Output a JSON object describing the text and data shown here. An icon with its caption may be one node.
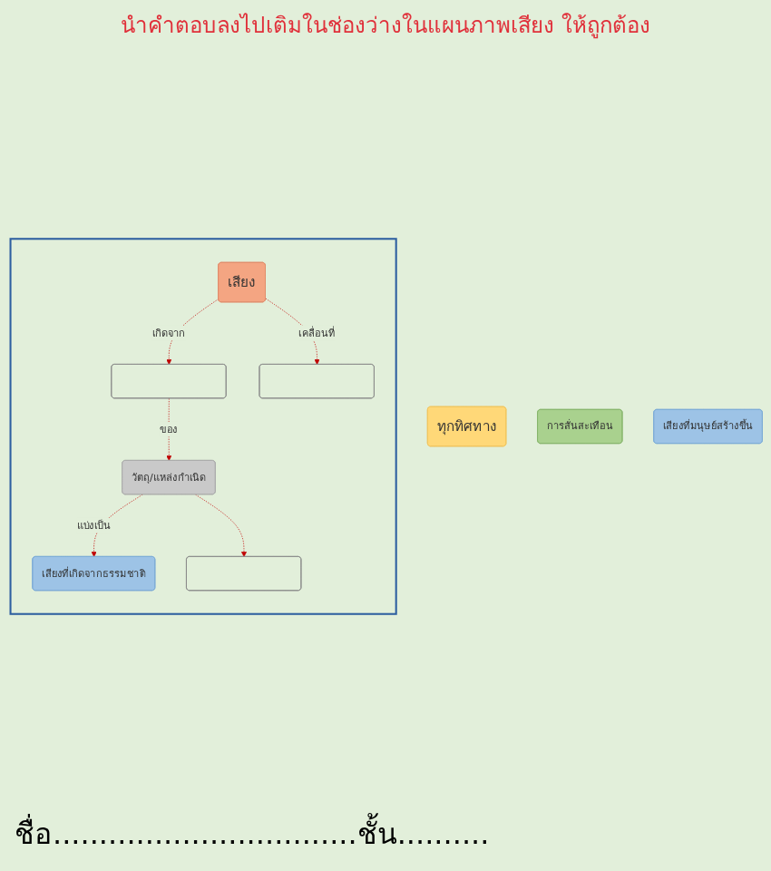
{
  "diagram": {
    "title": "นำคำตอบลงไปเติมในช่องว่างในแผนภาพเสียง ให้ถูกต้อง",
    "nodes": [
      {
        "text": [
          "ทุกทิศทาง"
        ]
      },
      {
        "text": [
          "การสั่นสะเทือน"
        ]
      },
      {
        "text": [
          "เสียงที่มนุษย์สร้างขึ้น"
        ]
      },
      {
        "text": [],
        "shape": "box"
      },
      {
        "text": [
          "เสียง"
        ],
        "in": 3
      },
      {
        "text": [],
        "shape": "box",
        "in": 3
      },
      {
        "text": [],
        "shape": "box",
        "in": 3
      },
      {
        "text": [
          "วัตถุ/แหล่งกำเนิด"
        ],
        "in": 3
      },
      {
        "text": [
          "เสียงที่เกิดจากธรรมชาติ"
        ],
        "in": 3
      },
      {
        "text": [],
        "shape": "box",
        "in": 3
      }
    ],
    "edges": [
      {
        "from": 4,
        "to": 5,
        "arrow": "to",
        "label": "เกิดจาก",
        "style": "dashed",
        "color": "#c00000"
      },
      {
        "from": 4,
        "to": 6,
        "arrow": "to",
        "label": "เคลื่อนที่",
        "style": "dashed",
        "color": "#c00000"
      },
      {
        "from": 5,
        "to": 7,
        "arrow": "to",
        "label": "ของ",
        "style": "dashed",
        "color": "#c00000"
      },
      {
        "from": 7,
        "to": 8,
        "arrow": "to",
        "label": "แบ่งเป็น",
        "style": "dashed",
        "color": "#c00000"
      },
      {
        "from": 7,
        "to": 9,
        "arrow": "to",
        "style": "dashed",
        "color": "#c00000"
      }
    ],
    "labels": [
      "ชื่อ.................................ชั้น.........."
    ]
  }
}
